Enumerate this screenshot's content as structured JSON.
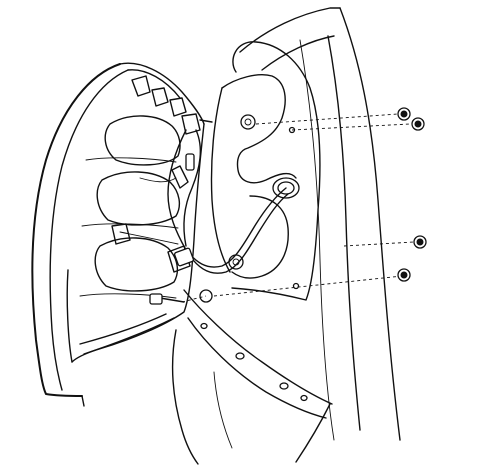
{
  "diagram": {
    "kind": "exploded-assembly line drawing",
    "subject_elements": [
      "tail-lamp-housing",
      "lamp-wiring-harness",
      "bulb-sockets",
      "body-panel-opening",
      "harness-grommet",
      "mounting-studs",
      "retaining-nuts"
    ],
    "labels": [],
    "colors": {
      "line": "#111111",
      "background": "#ffffff"
    }
  }
}
